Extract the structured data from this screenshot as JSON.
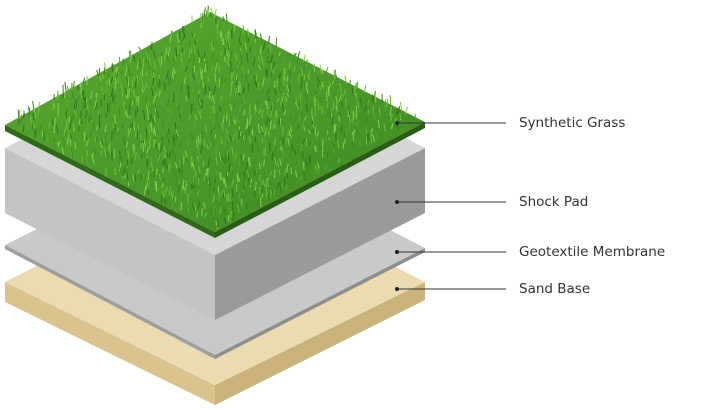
{
  "layers": [
    {
      "label": "Synthetic Grass",
      "color": "#4e9a2c"
    },
    {
      "label": "Shock Pad",
      "color": "#b9b9b9"
    },
    {
      "label": "Geotextile Membrane",
      "color": "#d0d0d0"
    },
    {
      "label": "Sand Base",
      "color": "#e6d6a6"
    }
  ]
}
